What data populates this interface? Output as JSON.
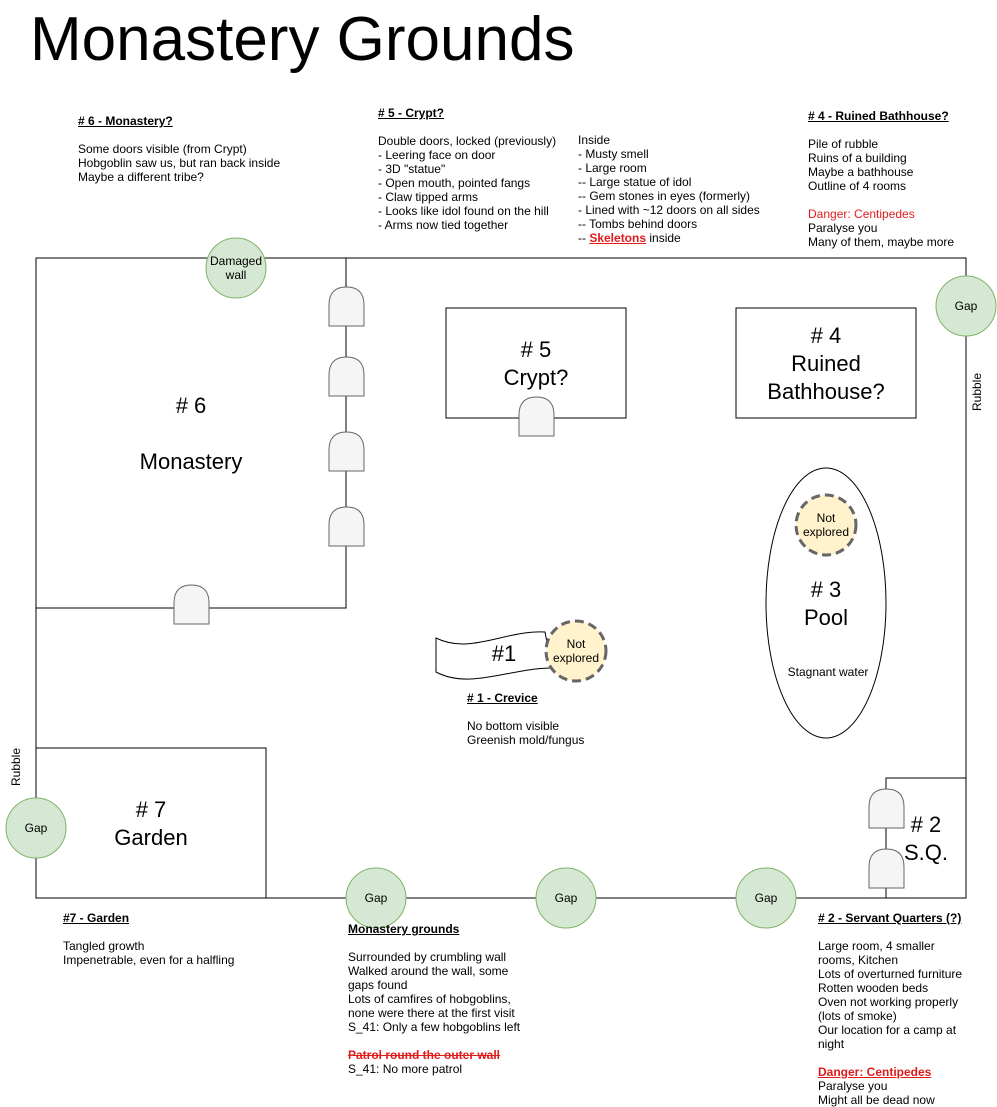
{
  "title": "Monastery Grounds",
  "colors": {
    "danger": "#e01b1b",
    "gap_fill": "#d5e8d4",
    "gap_stroke": "#82b366",
    "unexplored_fill": "#fff2cc",
    "unexplored_stroke": "#666666",
    "door_fill": "#f5f5f5",
    "door_stroke": "#666666"
  },
  "notes": {
    "monastery": {
      "heading": "# 6 - Monastery?",
      "lines": [
        "Some doors visible (from Crypt)",
        "Hobgoblin saw us, but ran back inside",
        "Maybe a different tribe?"
      ]
    },
    "crypt": {
      "heading": "# 5 - Crypt?",
      "lines": [
        "Double doors, locked (previously)",
        "- Leering face on door",
        "- 3D \"statue\"",
        "- Open mouth, pointed fangs",
        "- Claw tipped arms",
        "- Looks like idol found on the hill",
        "- Arms now tied together"
      ]
    },
    "crypt_inside": {
      "lines": [
        "Inside",
        "- Musty smell",
        "- Large room",
        "-- Large statue of idol",
        "-- Gem stones in eyes (formerly)",
        "- Lined with ~12 doors on all sides",
        "-- Tombs behind doors"
      ],
      "last_prefix": "-- ",
      "last_danger": "Skeletons",
      "last_suffix": " inside"
    },
    "bathhouse": {
      "heading": "# 4 - Ruined Bathhouse?",
      "lines": [
        "Pile of rubble",
        "Ruins of a building",
        "Maybe a bathhouse",
        "Outline of 4 rooms"
      ],
      "danger": "Danger: Centipedes",
      "after": [
        "Paralyse you",
        "Many of them, maybe more"
      ]
    },
    "crevice": {
      "heading": "# 1 - Crevice",
      "lines": [
        "No bottom visible",
        "Greenish mold/fungus"
      ]
    },
    "garden": {
      "heading": "#7 - Garden",
      "lines": [
        "Tangled growth",
        "Impenetrable, even for a halfling"
      ]
    },
    "grounds": {
      "heading": "Monastery grounds",
      "lines": [
        "Surrounded by crumbling wall",
        "Walked around the wall, some",
        "gaps found",
        "Lots of camfires of hobgoblins,",
        "none were there at the first visit",
        "S_41: Only a few hobgoblins left"
      ],
      "struck": "Patrol round the outer wall",
      "after": [
        "S_41: No more patrol"
      ]
    },
    "servant": {
      "heading": "# 2 - Servant Quarters (?)",
      "lines": [
        "Large room, 4 smaller",
        "rooms, Kitchen",
        "Lots of overturned furniture",
        "Rotten wooden beds",
        "Oven not working properly",
        "(lots of smoke)",
        "Our location for a camp at",
        "night"
      ],
      "danger": "Danger: Centipedes",
      "after": [
        "Paralyse you",
        "Might all be dead now"
      ]
    }
  },
  "map": {
    "monastery": {
      "number": "# 6",
      "name": "Monastery"
    },
    "crypt": {
      "number": "# 5",
      "name": "Crypt?"
    },
    "bathhouse": {
      "number": "# 4",
      "line1": "Ruined",
      "line2": "Bathhouse?"
    },
    "pool": {
      "number": "# 3",
      "name": "Pool",
      "desc": "Stagnant water"
    },
    "crevice": {
      "number": "#1"
    },
    "garden": {
      "number": "# 7",
      "name": "Garden"
    },
    "servant": {
      "number": "# 2",
      "name": "S.Q."
    },
    "damaged_wall": "Damaged wall",
    "gap": "Gap",
    "not_explored": "Not explored",
    "rubble": "Rubble"
  }
}
